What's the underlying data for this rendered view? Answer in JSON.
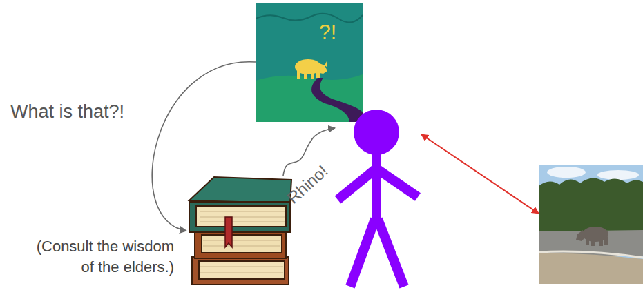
{
  "diagram": {
    "nodes": [
      {
        "text": [
          "?!"
        ]
      },
      {
        "text": [
          "(Consult the wisdom of the elders.)"
        ]
      },
      {
        "text": []
      },
      {
        "text": []
      }
    ],
    "edges": [
      {
        "from": 0,
        "to": 1,
        "label": "What is that?!",
        "arrow": "to"
      },
      {
        "from": 1,
        "to": 2,
        "label": "Rhino!",
        "arrow": "to"
      },
      {
        "from": 2,
        "to": 3,
        "arrow": "both"
      }
    ]
  }
}
